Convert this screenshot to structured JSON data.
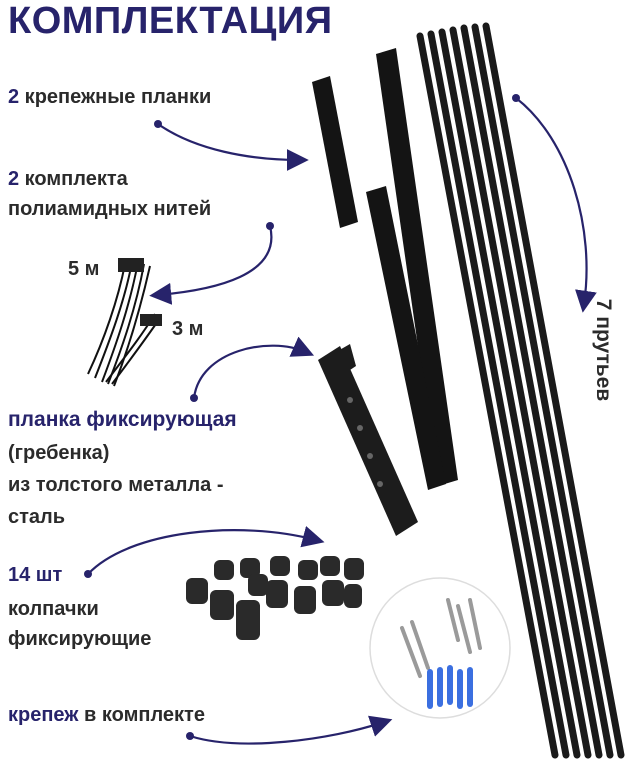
{
  "title": "КОМПЛЕКТАЦИЯ",
  "items": {
    "planks": {
      "count": "2",
      "text": " крепежные планки"
    },
    "threads": {
      "count": "2",
      "line1": " комплекта",
      "line2": "полиамидных нитей"
    },
    "thread_5m": "5 м",
    "thread_3m": "3 м",
    "comb": {
      "line1": "планка фиксирующая",
      "line2": "(гребенка)",
      "line3": "из толстого металла -",
      "line4": "сталь"
    },
    "caps": {
      "count": "14 шт",
      "line2": "колпачки",
      "line3": "фиксирующие"
    },
    "fasteners": {
      "bold": "крепеж",
      "text": " в комплекте"
    },
    "rods": "7 прутьев"
  },
  "colors": {
    "accent": "#27236b",
    "text": "#2b2b2b",
    "parts": "#141414"
  }
}
